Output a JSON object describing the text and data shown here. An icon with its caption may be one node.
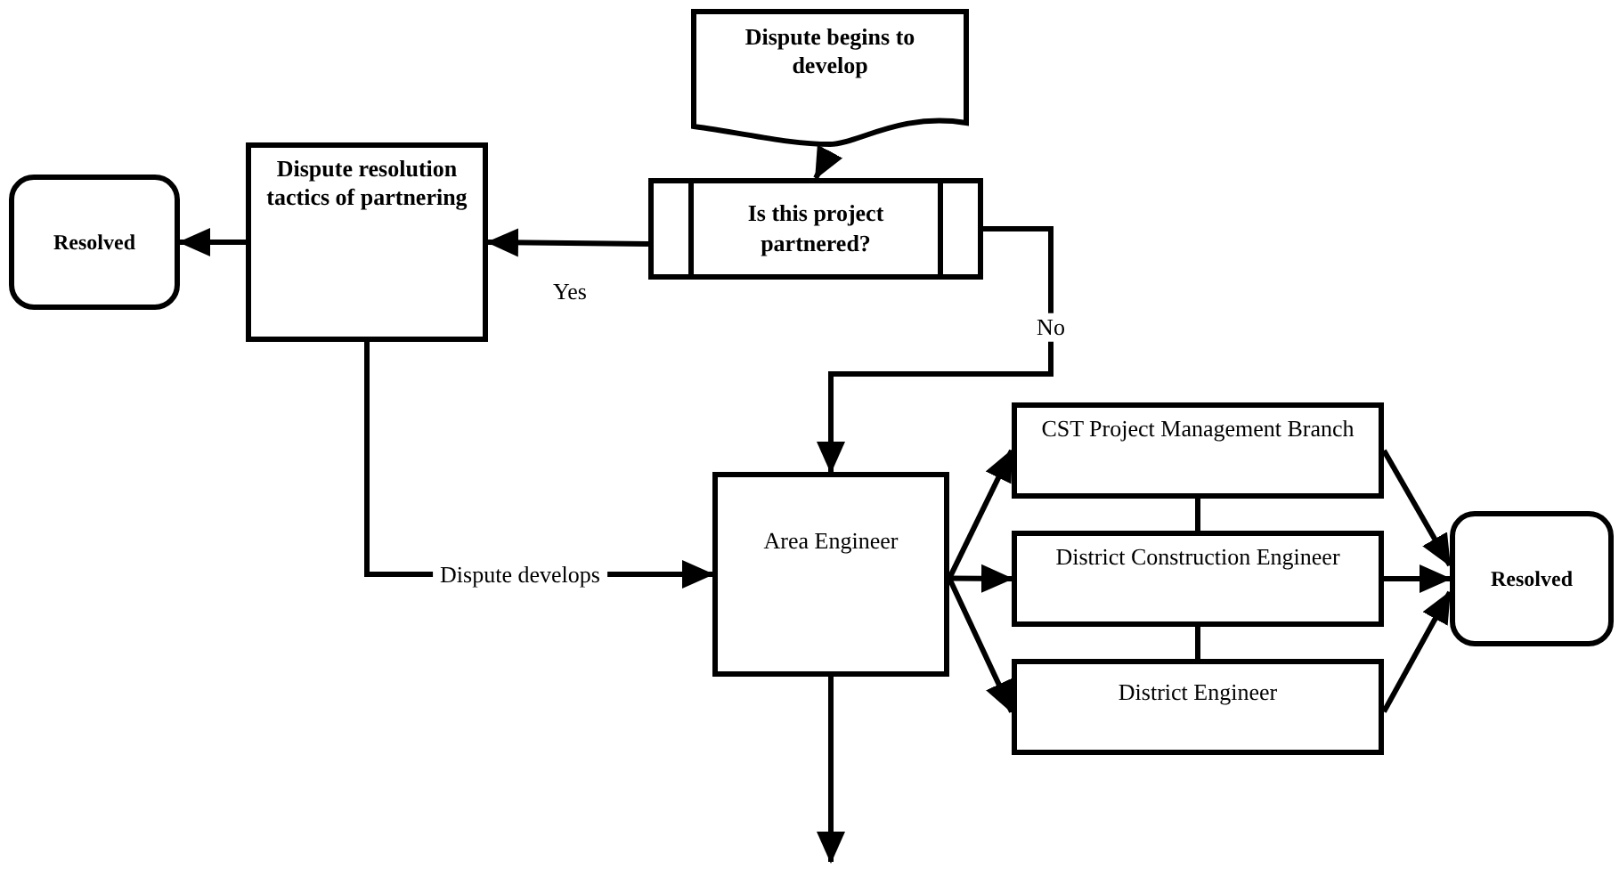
{
  "diagram": {
    "nodes": [
      {
        "text": [
          "Dispute begins to develop"
        ]
      },
      {
        "text": [
          "Is this project partnered?"
        ]
      },
      {
        "text": [
          "Dispute resolution tactics of partnering"
        ]
      },
      {
        "text": [
          "Resolved"
        ]
      },
      {
        "text": [
          "Area Engineer"
        ]
      },
      {
        "text": [
          "CST Project Management Branch"
        ]
      },
      {
        "text": [
          "District Construction Engineer"
        ]
      },
      {
        "text": [
          "District Engineer"
        ]
      },
      {
        "text": [
          "Resolved"
        ]
      }
    ],
    "edges": [
      {
        "from": 0,
        "to": 1,
        "arrow": "to"
      },
      {
        "from": 1,
        "to": 2,
        "label": "Yes",
        "arrow": "to"
      },
      {
        "from": 2,
        "to": 3,
        "arrow": "to"
      },
      {
        "from": 1,
        "to": 4,
        "label": "No",
        "arrow": "to"
      },
      {
        "from": 2,
        "to": 4,
        "label": "Dispute develops",
        "arrow": "to"
      },
      {
        "from": 4,
        "to": 5,
        "arrow": "to"
      },
      {
        "from": 4,
        "to": 6,
        "arrow": "to"
      },
      {
        "from": 4,
        "to": 7,
        "arrow": "to"
      },
      {
        "from": 5,
        "to": 8,
        "arrow": "to"
      },
      {
        "from": 6,
        "to": 8,
        "arrow": "to"
      },
      {
        "from": 7,
        "to": 8,
        "arrow": "to"
      },
      {
        "from": 5,
        "to": 6,
        "arrow": "none"
      },
      {
        "from": 6,
        "to": 7,
        "arrow": "none"
      },
      {
        "from": 4,
        "to": null,
        "arrow": "to"
      }
    ]
  }
}
